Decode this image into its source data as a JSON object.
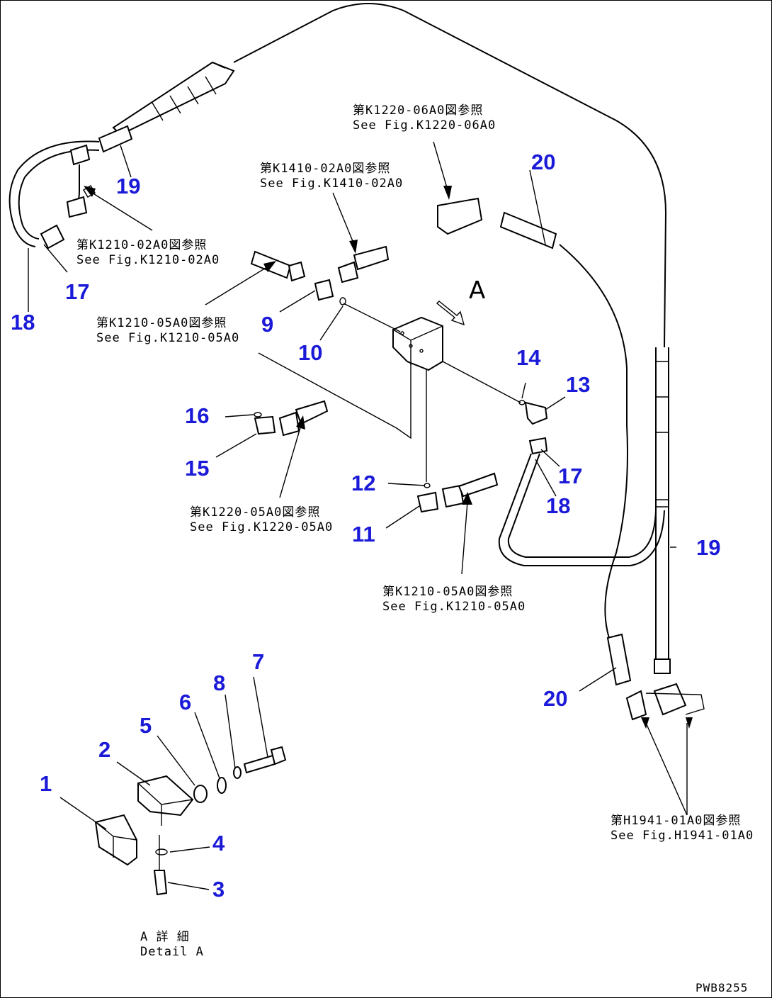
{
  "drawing_code": "PWB8255",
  "view_marker": "A",
  "detail": {
    "jp": "A 詳 細",
    "en": "Detail A"
  },
  "references": [
    {
      "id": "k1220-06a0",
      "jp": "第K1220-06A0図参照",
      "en": "See Fig.K1220-06A0"
    },
    {
      "id": "k1410-02a0",
      "jp": "第K1410-02A0図参照",
      "en": "See Fig.K1410-02A0"
    },
    {
      "id": "k1210-02a0",
      "jp": "第K1210-02A0図参照",
      "en": "See Fig.K1210-02A0"
    },
    {
      "id": "k1210-05a0-left",
      "jp": "第K1210-05A0図参照",
      "en": "See Fig.K1210-05A0"
    },
    {
      "id": "k1220-05a0",
      "jp": "第K1220-05A0図参照",
      "en": "See Fig.K1220-05A0"
    },
    {
      "id": "k1210-05a0-bottom",
      "jp": "第K1210-05A0図参照",
      "en": "See Fig.K1210-05A0"
    },
    {
      "id": "h1941-01a0",
      "jp": "第H1941-01A0図参照",
      "en": "See Fig.H1941-01A0"
    }
  ],
  "part_numbers": [
    {
      "id": "n19-top",
      "label": "19"
    },
    {
      "id": "n20-top",
      "label": "20"
    },
    {
      "id": "n17-left",
      "label": "17"
    },
    {
      "id": "n18-left",
      "label": "18"
    },
    {
      "id": "n9",
      "label": "9"
    },
    {
      "id": "n10",
      "label": "10"
    },
    {
      "id": "n14",
      "label": "14"
    },
    {
      "id": "n13",
      "label": "13"
    },
    {
      "id": "n16",
      "label": "16"
    },
    {
      "id": "n15",
      "label": "15"
    },
    {
      "id": "n12",
      "label": "12"
    },
    {
      "id": "n11",
      "label": "11"
    },
    {
      "id": "n17-right",
      "label": "17"
    },
    {
      "id": "n18-right",
      "label": "18"
    },
    {
      "id": "n19-right",
      "label": "19"
    },
    {
      "id": "n7",
      "label": "7"
    },
    {
      "id": "n8",
      "label": "8"
    },
    {
      "id": "n6",
      "label": "6"
    },
    {
      "id": "n5",
      "label": "5"
    },
    {
      "id": "n2",
      "label": "2"
    },
    {
      "id": "n1",
      "label": "1"
    },
    {
      "id": "n4",
      "label": "4"
    },
    {
      "id": "n3",
      "label": "3"
    },
    {
      "id": "n20-bottom",
      "label": "20"
    }
  ]
}
